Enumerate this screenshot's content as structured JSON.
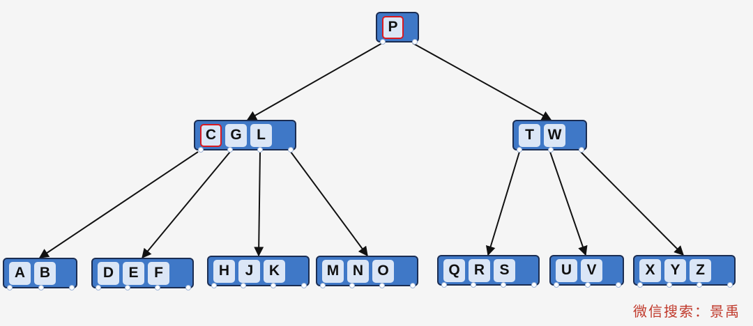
{
  "tree": {
    "root": {
      "keys": [
        "P"
      ],
      "highlighted": [
        "P"
      ]
    },
    "level2": [
      {
        "keys": [
          "C",
          "G",
          "L"
        ],
        "highlighted": [
          "C"
        ]
      },
      {
        "keys": [
          "T",
          "W"
        ],
        "highlighted": []
      }
    ],
    "leaves": [
      {
        "keys": [
          "A",
          "B"
        ]
      },
      {
        "keys": [
          "D",
          "E",
          "F"
        ]
      },
      {
        "keys": [
          "H",
          "J",
          "K"
        ]
      },
      {
        "keys": [
          "M",
          "N",
          "O"
        ]
      },
      {
        "keys": [
          "Q",
          "R",
          "S"
        ]
      },
      {
        "keys": [
          "U",
          "V"
        ]
      },
      {
        "keys": [
          "X",
          "Y",
          "Z"
        ]
      }
    ]
  },
  "colors": {
    "node_fill": "#3f78c7",
    "node_border": "#1b2d52",
    "key_fill": "#dbe6f6",
    "highlight_border": "#d9191f",
    "edge": "#111111",
    "watermark": "#c0392b"
  },
  "watermark": {
    "text": "微信搜索：景禹"
  }
}
